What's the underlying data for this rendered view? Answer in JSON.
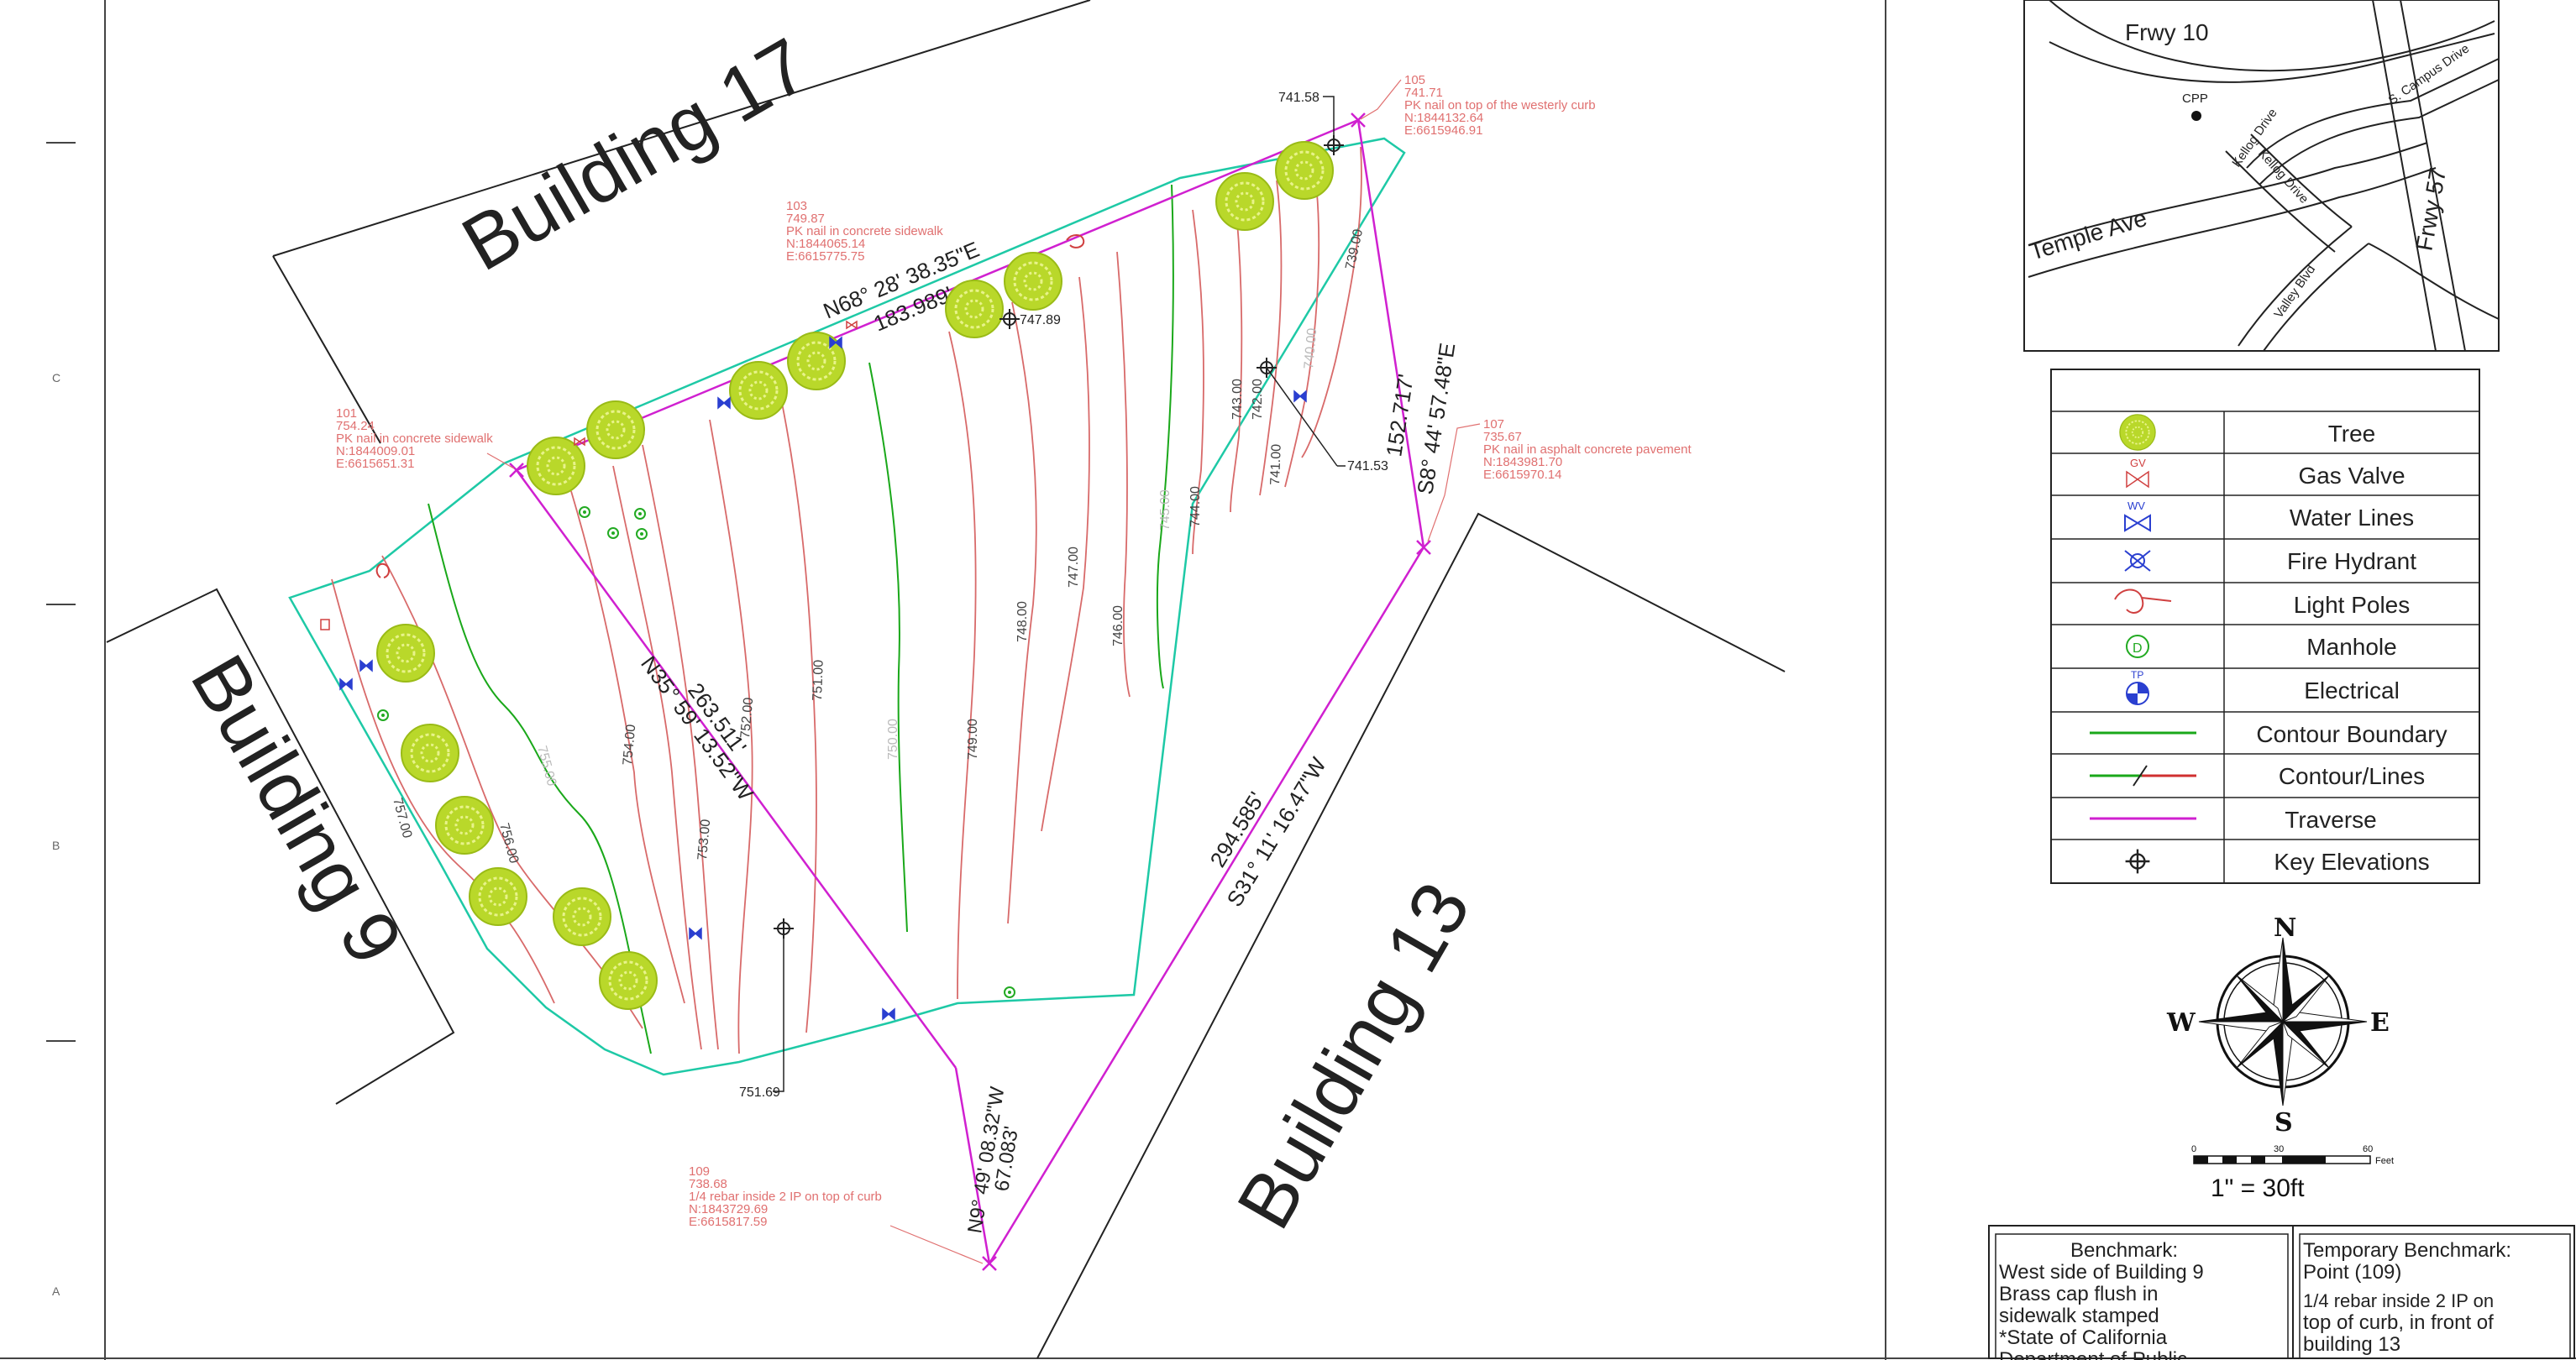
{
  "buildings": {
    "b17": "Building 17",
    "b9": "Building 9",
    "b13": "Building 13"
  },
  "points": [
    {
      "id": "101",
      "elev": "754.24",
      "desc": "PK nail in concrete sidewalk",
      "north": "N:1844009.01",
      "east": "E:6615651.31"
    },
    {
      "id": "103",
      "elev": "749.87",
      "desc": "PK nail in concrete sidewalk",
      "north": "N:1844065.14",
      "east": "E:6615775.75"
    },
    {
      "id": "105",
      "elev": "741.71",
      "desc": "PK nail on top of the westerly curb",
      "north": "N:1844132.64",
      "east": "E:6615946.91"
    },
    {
      "id": "107",
      "elev": "735.67",
      "desc": "PK nail in asphalt concrete pavement",
      "north": "N:1843981.70",
      "east": "E:6615970.14"
    },
    {
      "id": "109",
      "elev": "738.68",
      "desc": "1/4 rebar inside 2 IP on top of curb",
      "north": "N:1843729.69",
      "east": "E:6615817.59"
    }
  ],
  "traverse": {
    "top_bearing": "N68° 28' 38.35\"E",
    "top_distance": "183.989'",
    "right_bearing": "S8° 44' 57.48\"E",
    "right_distance": "152.717'",
    "diag_bearing": "N35° 59' 13.52\"W",
    "diag_distance": "263.511'",
    "lower_bearing": "S31° 11' 16.47\"W",
    "lower_distance": "294.585'",
    "bottom_bearing": "N9° 49' 08.32\"W",
    "bottom_distance": "67.083'"
  },
  "key_elevations": [
    "741.58",
    "747.89",
    "741.53",
    "751.69"
  ],
  "contours": [
    "757.00",
    "756.00",
    "755.00",
    "754.00",
    "753.00",
    "752.00",
    "751.00",
    "750.00",
    "749.00",
    "748.00",
    "747.00",
    "746.00",
    "745.00",
    "744.00",
    "743.00",
    "742.00",
    "741.00",
    "740.00",
    "739.00"
  ],
  "vicinity_map": {
    "frwy10": "Frwy 10",
    "cpp": "CPP",
    "kellog1": "Kellog Drive",
    "kellog2": "Kellog Drive",
    "campus": "S. Campus Drive",
    "temple": "Temple Ave",
    "frwy57": "Frwy 57",
    "valley": "Valley Blvd"
  },
  "legend": {
    "items": [
      "Tree",
      "Gas Valve",
      "Water Lines",
      "Fire Hydrant",
      "Light Poles",
      "Manhole",
      "Electrical",
      "Contour Boundary",
      "Contour/Lines",
      "Traverse",
      "Key Elevations"
    ],
    "gv_label": "GV",
    "wv_label": "WV",
    "tp_label": "TP",
    "mh_label": "D"
  },
  "north_arrow": {
    "n": "N",
    "s": "S",
    "e": "E",
    "w": "W"
  },
  "scale": {
    "zero": "0",
    "mid": "30",
    "max": "60",
    "unit": "Feet",
    "ratio": "1\" = 30ft"
  },
  "benchmark": {
    "title": "Benchmark:",
    "lines": [
      "West side of Building 9",
      "Brass cap flush in",
      "sidewalk stamped",
      "*State of California",
      "Department of Public"
    ]
  },
  "temp_benchmark": {
    "title": "Temporary Benchmark:",
    "lines": [
      "Point (109)",
      "1/4 rebar inside 2 IP on",
      "top of curb, in front of",
      "building 13"
    ]
  },
  "margin_marks": [
    "C",
    "B",
    "A"
  ],
  "colors": {
    "traverse": "#d020d0",
    "contour_boundary": "#1ec9a6",
    "contour_major": "#1aa81a",
    "contour_minor": "#d86a6a",
    "annotation": "#e07070",
    "tree": "#b9d82a"
  }
}
